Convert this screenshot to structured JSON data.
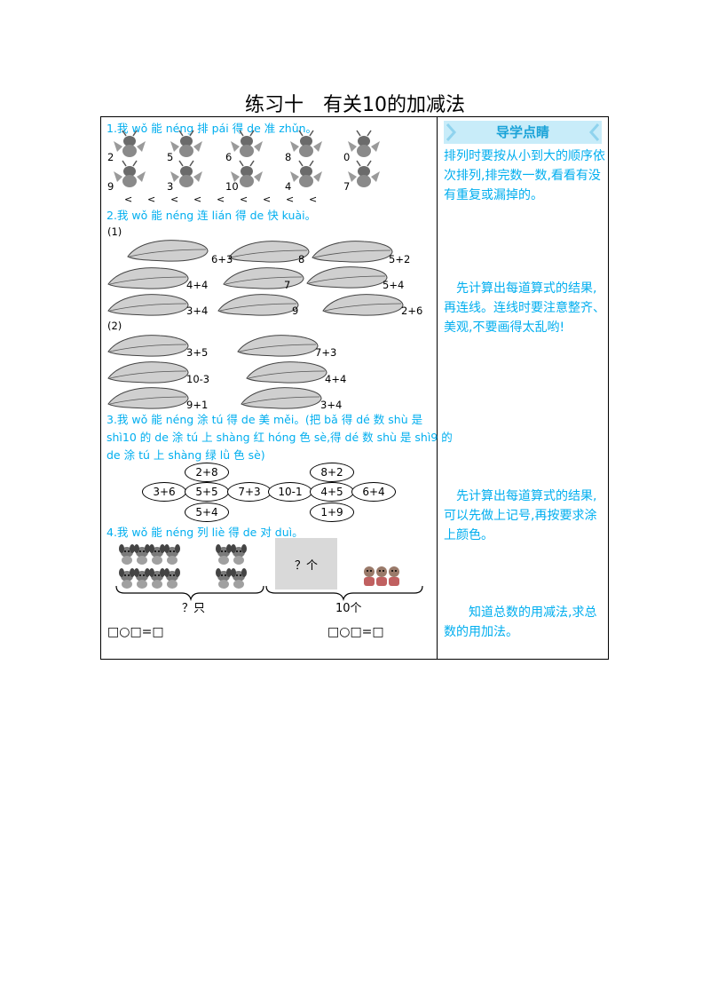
{
  "title": "练习十　有关10的加减法",
  "q1": {
    "prompt": "1.我 wǒ 能 néng 排 pái 得 de 准 zhǔn。",
    "row1": [
      "2",
      "5",
      "6",
      "8",
      "0"
    ],
    "row2": [
      "9",
      "3",
      "10",
      "4",
      "7"
    ],
    "lt_signs": [
      "<",
      "<",
      "<",
      "<",
      "<",
      "<",
      "<",
      "<",
      "<"
    ]
  },
  "q2": {
    "prompt": "2.我 wǒ 能 néng 连 lián 得 de 快 kuài。",
    "part1_label": "(1)",
    "part1": {
      "left": [
        "6+3",
        "4+4",
        "3+4"
      ],
      "middle": [
        "8",
        "7",
        "9"
      ],
      "right": [
        "5+2",
        "5+4",
        "2+6"
      ]
    },
    "part2_label": "(2)",
    "part2": {
      "left": [
        "3+5",
        "10-3",
        "9+1"
      ],
      "right": [
        "7+3",
        "4+4",
        "3+4"
      ]
    }
  },
  "q3": {
    "prompt_line1": "3.我 wǒ 能 néng 涂 tú 得 de 美 měi。(把 bǎ 得 dé 数 shù 是",
    "prompt_line2": "shì10 的 de 涂 tú 上 shàng 红 hóng 色 sè,得 dé 数 shù 是 shì9 的",
    "prompt_line3": "de 涂 tú 上 shàng 绿 lǜ 色 sè)",
    "ovals": {
      "top_a": "2+8",
      "mid_a1": "3+6",
      "mid_a2": "5+5",
      "mid_a3": "7+3",
      "bot_a": "5+4",
      "top_b": "8+2",
      "mid_b1": "10-1",
      "mid_b2": "4+5",
      "mid_b3": "6+4",
      "bot_b": "1+9"
    }
  },
  "q4": {
    "prompt": "4.我 wǒ 能 néng 列 liè 得 de 对 duì。",
    "left_label": "？只",
    "box_label": "？个",
    "right_label": "10个",
    "equation_left": "□○□=□",
    "equation_right": "□○□=□"
  },
  "side": {
    "header": "导学点睛",
    "tip1": "排列时要按从小到大的顺序依次排列,排完数一数,看看有没有重复或漏掉的。",
    "tip2": "　先计算出每道算式的结果,再连线。连线时要注意整齐、美观,不要画得太乱哟!",
    "tip3": "　先计算出每道算式的结果,可以先做上记号,再按要求涂上颜色。",
    "tip4": "　　知道总数的用减法,求总数的用加法。"
  },
  "colors": {
    "accent": "#00aeef",
    "header_bg": "#c8ecf9",
    "box_gray": "#d9d9d9"
  }
}
